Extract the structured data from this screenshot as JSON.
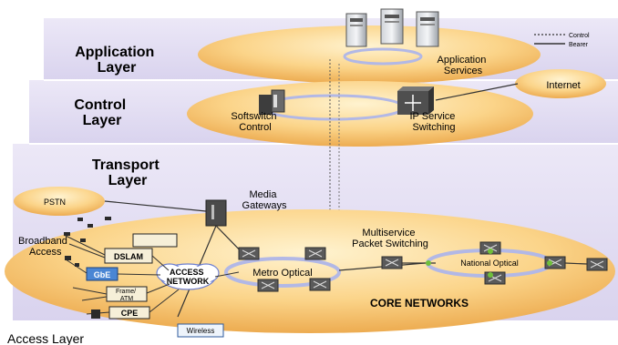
{
  "layers": {
    "application": [
      "Application",
      "Layer"
    ],
    "control": [
      "Control",
      "Layer"
    ],
    "transport": [
      "Transport",
      "Layer"
    ],
    "access": "Access Layer"
  },
  "legend": {
    "control": "Control",
    "bearer": "Bearer"
  },
  "labels": {
    "app_services": [
      "Application",
      "Services"
    ],
    "internet": "Internet",
    "softswitch": [
      "Softswitch",
      "Control"
    ],
    "ip_service": [
      "IP Service",
      "Switching"
    ],
    "pstn": "PSTN",
    "media_gateways": [
      "Media",
      "Gateways"
    ],
    "multiservice": [
      "Multiservice",
      "Packet Switching"
    ],
    "broadband": [
      "Broadband",
      "Access"
    ],
    "dslam": "DSLAM",
    "gbe": "GbE",
    "access_network": [
      "ACCESS",
      "NETWORK"
    ],
    "frame_atm": [
      "Frame/",
      "ATM"
    ],
    "cpe": "CPE",
    "wireless": "Wireless",
    "metro_optical": "Metro Optical",
    "national_optical": "National Optical",
    "core_networks": "CORE NETWORKS"
  },
  "colors": {
    "layer_band": "#e6e2f3",
    "disc_light": "#fde9b4",
    "disc_mid": "#f7c36c",
    "disc_dark": "#e9a94a",
    "ring": "#b2b8e6",
    "node": "#5a5a5a",
    "gbe_fill": "#4a86d4",
    "box_fill": "#f6efd8"
  }
}
